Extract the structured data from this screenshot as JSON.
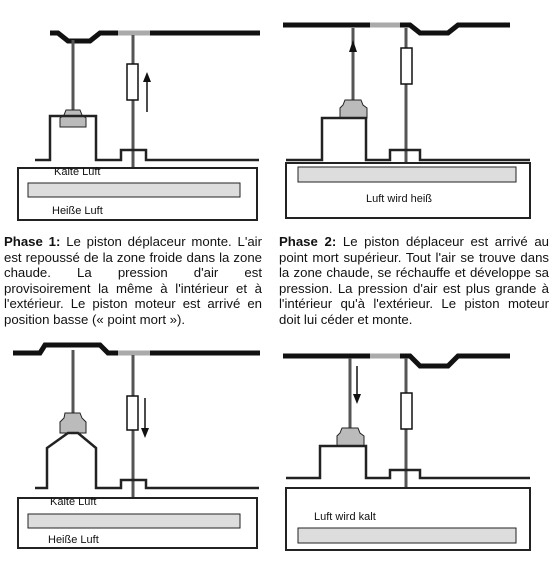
{
  "panels": [
    {
      "labels": {
        "top": "Kalte Luft",
        "bottom": "Heiße Luft"
      }
    },
    {
      "labels": {
        "center": "Luft wird heiß"
      }
    },
    {
      "labels": {
        "top": "Kalte Luft",
        "bottom": "Heiße Luft"
      }
    },
    {
      "labels": {
        "center": "Luft wird kalt"
      }
    }
  ],
  "captions": [
    {
      "phase": "Phase 1:",
      "text": "Le piston déplaceur monte. L'air est repoussé de la zone froide dans la zone chaude. La pression d'air est provisoirement la même à l'intérieur et à l'extérieur. Le piston moteur est arrivé en position basse (« point mort »)."
    },
    {
      "phase": "Phase 2:",
      "text": "Le piston déplaceur est arrivé au point mort supérieur. Tout l'air se trouve dans la zone chaude, se réchauffe et développe sa pression. La pression d'air est plus grande à l'intérieur qu'à l'extérieur. Le piston moteur doit lui céder et monte."
    }
  ]
}
